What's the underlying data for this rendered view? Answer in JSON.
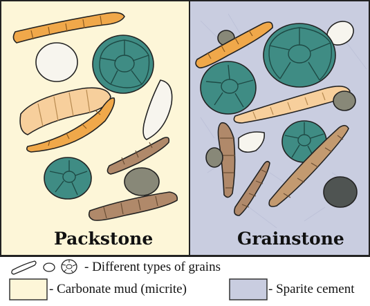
{
  "panels": {
    "left": {
      "title": "Packstone",
      "fill": "#fdf6d8"
    },
    "right": {
      "title": "Grainstone",
      "fill": "#c9cde0"
    }
  },
  "legend": {
    "grains_text": "- Different types of grains",
    "mud_text": "- Carbonate mud (micrite)",
    "cement_text": "- Sparite cement",
    "mud_color": "#fdf6d8",
    "cement_color": "#c9cde0"
  },
  "colors": {
    "orange_grain": "#f0a84a",
    "peach_grain": "#f7cf9c",
    "white_grain": "#f7f5ee",
    "teal_grain": "#3f8c84",
    "brown_grain": "#b0896a",
    "gray_grain": "#888878",
    "dark_grain": "#4f5452"
  }
}
